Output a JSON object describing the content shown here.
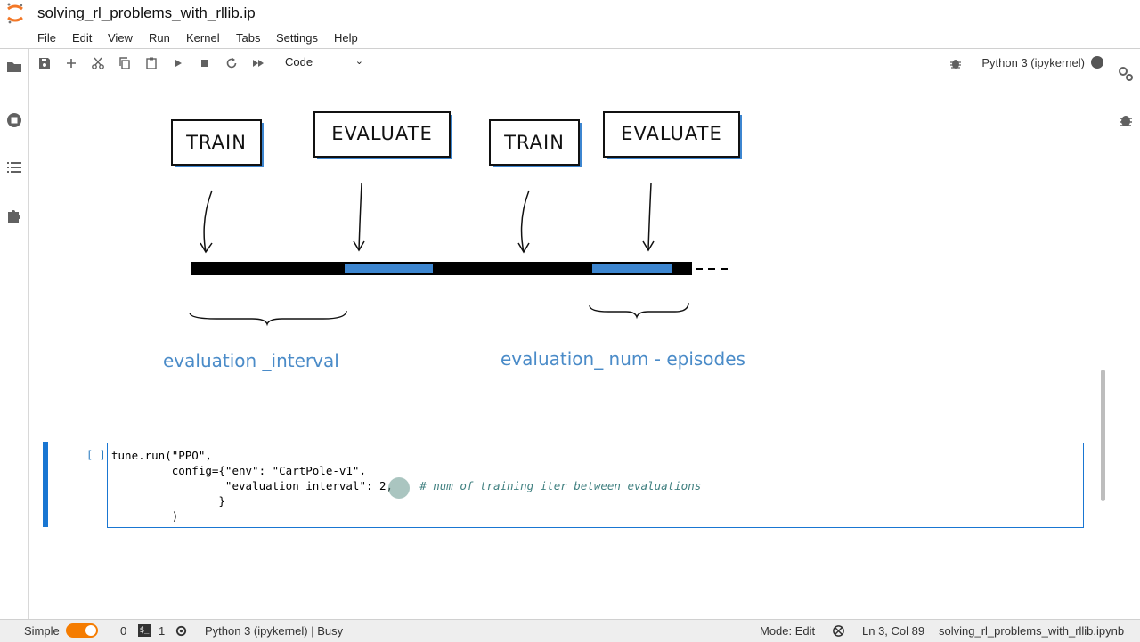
{
  "title": "solving_rl_problems_with_rllib.ip",
  "menu": [
    "File",
    "Edit",
    "View",
    "Run",
    "Kernel",
    "Tabs",
    "Settings",
    "Help"
  ],
  "toolbar": {
    "cell_type": "Code",
    "kernel": "Python 3 (ipykernel)",
    "icons": [
      "save-icon",
      "add-cell-icon",
      "cut-icon",
      "copy-icon",
      "paste-icon",
      "run-icon",
      "stop-icon",
      "restart-icon",
      "fast-forward-icon"
    ]
  },
  "diagram": {
    "boxes": [
      "TRAIN",
      "EVALUATE",
      "TRAIN",
      "EVALUATE"
    ],
    "labels": [
      "evaluation _interval",
      "evaluation_ num - episodes"
    ],
    "colors": {
      "timeline": "#000000",
      "evaluation_segment": "#3d86d0",
      "handwriting": "#4a8bc8"
    }
  },
  "cell": {
    "prompt": "[ ]:",
    "lines": [
      "tune.run(\"PPO\",",
      "         config={\"env\": \"CartPole-v1\",",
      "                 \"evaluation_interval\": 2,",
      "                }",
      "         )"
    ],
    "comment": "# num of training iter between evaluations",
    "value": "2"
  },
  "status": {
    "mode_label": "Simple",
    "count_a": "0",
    "count_b": "1",
    "kernel_status": "Python 3 (ipykernel) | Busy",
    "mode": "Mode: Edit",
    "position": "Ln 3, Col 89",
    "filename": "solving_rl_problems_with_rllib.ipynb"
  },
  "accent_color": "#1976d2"
}
